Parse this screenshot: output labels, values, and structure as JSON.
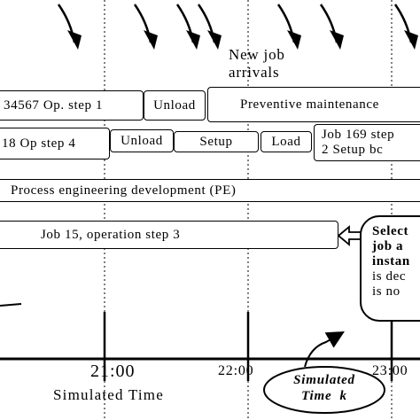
{
  "annotations": {
    "new_job_line1": "New job",
    "new_job_line2": "arrivals"
  },
  "rows": {
    "row1": [
      "34567 Op. step 1",
      "Unload",
      "Preventive maintenance"
    ],
    "row2": [
      "18 Op step 4",
      "Unload",
      "Setup",
      "Load"
    ],
    "row2_last": [
      "Job 169 step",
      "2 Setup bc"
    ],
    "row3": "Process engineering development (PE)",
    "row4": "Job 15, operation step 3"
  },
  "callout": {
    "bold_lines": [
      "Select",
      "job a",
      "instan"
    ],
    "normal_lines": [
      "is dec",
      "is no"
    ]
  },
  "time_axis": {
    "ticks": [
      "21:00",
      "22:00",
      "23:00"
    ],
    "label": "Simulated Time",
    "marker_line1": "Simulated",
    "marker_line2": "Time  k"
  }
}
